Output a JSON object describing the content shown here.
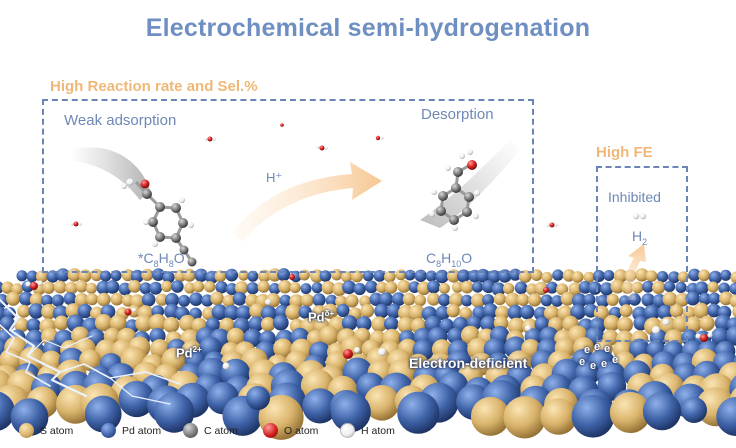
{
  "title": "Electrochemical semi-hydrogenation",
  "left_section_label": "High Reaction rate and Sel.%",
  "weak_adsorption_label": "Weak adsorption",
  "desorption_label": "Desorption",
  "proton_label": "H⁺",
  "reactant_formula": {
    "prefix": "*C",
    "n1": "8",
    "m1": "H",
    "n2": "8",
    "m2": "O"
  },
  "product_formula": {
    "prefix": "C",
    "n1": "8",
    "m1": "H",
    "n2": "10",
    "m2": "O"
  },
  "high_fe_label": "High FE",
  "inhibited_label": "Inhibited",
  "h2_formula": {
    "prefix": "H",
    "n1": "2"
  },
  "surface_labels": {
    "pd_delta": {
      "base": "Pd",
      "sup": "δ+"
    },
    "pd_2": {
      "base": "Pd",
      "sup": "2+"
    },
    "electron_deficient": "Electron-deficient"
  },
  "electrons": [
    "e",
    "e",
    "e",
    "e",
    "e",
    "e",
    "e"
  ],
  "legend": [
    {
      "label": "S atom",
      "color": "#d9b36b"
    },
    {
      "label": "Pd atom",
      "color": "#3f63a8"
    },
    {
      "label": "C atom",
      "color": "#7c7c7c"
    },
    {
      "label": "O atom",
      "color": "#d51f1f"
    },
    {
      "label": "H atom",
      "color": "#f2f2f2"
    }
  ],
  "colors": {
    "accent_blue": "#6f8fc2",
    "accent_orange": "#f0b877",
    "box_border": "#6b84b8"
  }
}
